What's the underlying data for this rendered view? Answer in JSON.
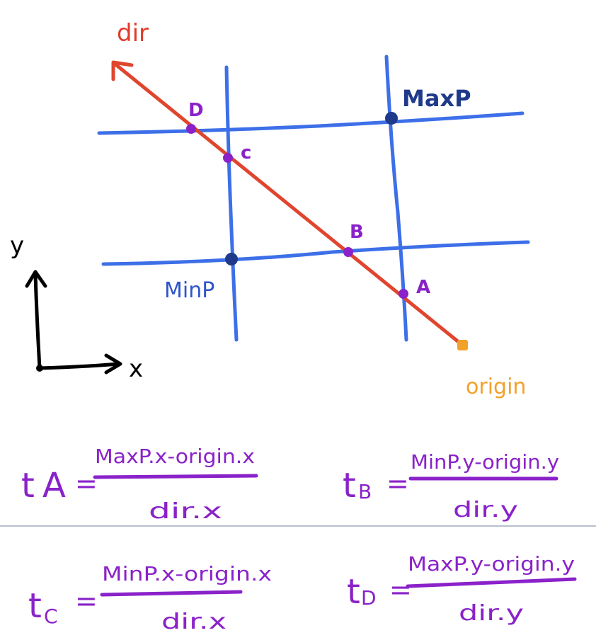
{
  "labels": {
    "dir": "dir",
    "maxp": "MaxP",
    "minp": "MinP",
    "origin": "origin",
    "axis_x": "x",
    "axis_y": "y",
    "points": {
      "a": "A",
      "b": "B",
      "c": "c",
      "d": "D"
    }
  },
  "formulas": [
    {
      "t": "t",
      "sub": "A",
      "eq": "=",
      "numerator": "MaxP.x-origin.x",
      "denominator": "dir.x"
    },
    {
      "t": "t",
      "sub": "B",
      "eq": "=",
      "numerator": "MinP.y-origin.y",
      "denominator": "dir.y"
    },
    {
      "t": "t",
      "sub": "C",
      "eq": "=",
      "numerator": "MinP.x-origin.x",
      "denominator": "dir.x"
    },
    {
      "t": "t",
      "sub": "D",
      "eq": "=",
      "numerator": "MaxP.y-origin.y",
      "denominator": "dir.y"
    }
  ],
  "colors": {
    "grid": "#3d6fe8",
    "ray": "#e0452e",
    "points": "#8a22c9",
    "corners": "#1f3a8a",
    "origin": "#f2a12a",
    "formula": "#8a22c9",
    "divider": "#b8c0cc"
  }
}
